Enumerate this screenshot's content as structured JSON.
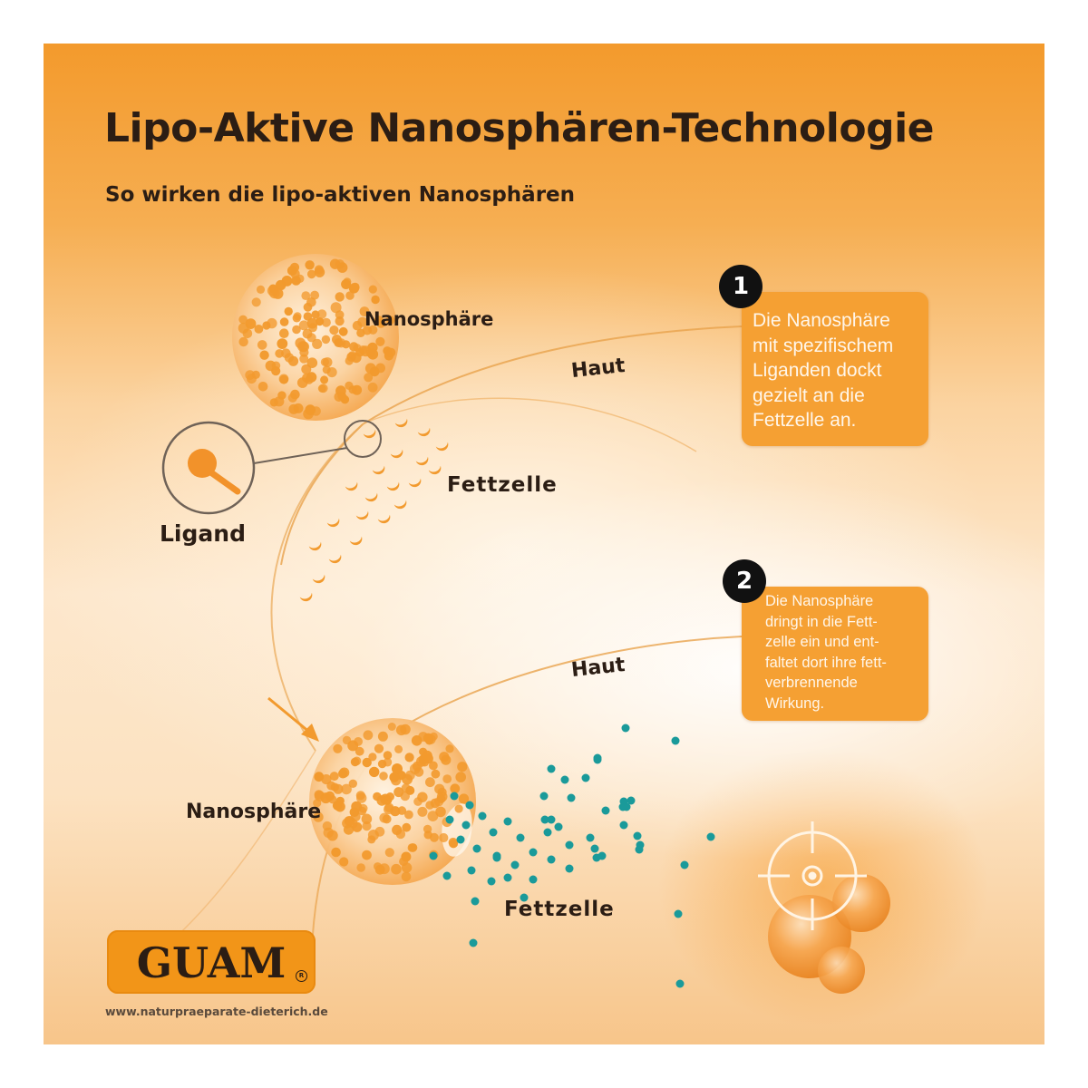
{
  "header": {
    "title": "Lipo-Aktive Nanosphären-Technologie",
    "subtitle": "So wirken die lipo-aktiven Nanosphären"
  },
  "diagram": {
    "labels": {
      "nanosphere_top": "Nanosphäre",
      "skin_top": "Haut",
      "fat_cell_top": "Fettzelle",
      "ligand": "Ligand",
      "nanosphere_bottom": "Nanosphäre",
      "skin_bottom": "Haut",
      "fat_cell_bottom": "Fettzelle"
    },
    "steps": [
      {
        "number": "1",
        "lines": [
          "Die Nanosphäre",
          "mit spezifischem",
          "Liganden dockt",
          "gezielt an die",
          "Fettzelle an."
        ]
      },
      {
        "number": "2",
        "lines": [
          "Die Nanosphäre",
          "dringt in die Fett-",
          "zelle ein und ent-",
          "faltet dort ihre fett-",
          "verbrennende",
          "Wirkung."
        ]
      }
    ]
  },
  "branding": {
    "logo_text": "GUAM",
    "registered_mark": "R",
    "website": "www.naturpraeparate-dieterich.de"
  },
  "colors": {
    "accent_orange": "#f5a033",
    "dot_orange": "#f29a2e",
    "particle_teal": "#1a9a9a",
    "text_dark": "#2b1d14"
  },
  "icons": {
    "magnifier": "ligand-magnifier-icon",
    "target": "target-crosshair-icon"
  }
}
